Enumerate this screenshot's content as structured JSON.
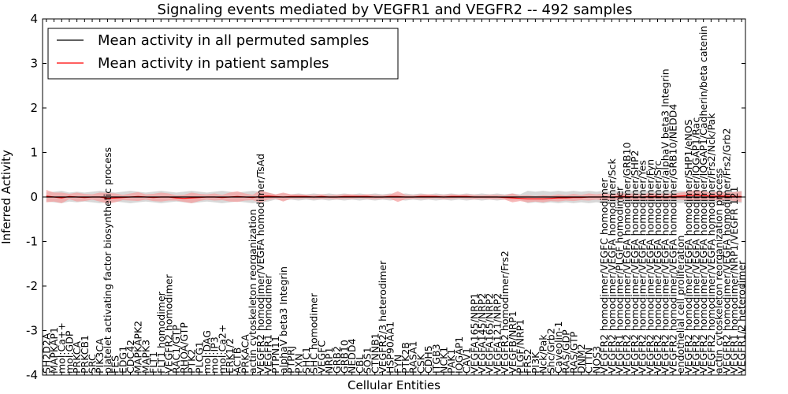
{
  "chart_data": {
    "type": "line",
    "title": "Signaling events mediated by VEGFR1 and VEGFR2 -- 492 samples",
    "xlabel": "Cellular Entities",
    "ylabel": "Inferred Activity",
    "ylim": [
      -4,
      4
    ],
    "yticks": [
      -4,
      -3,
      -2,
      -1,
      0,
      1,
      2,
      3,
      4
    ],
    "grid": false,
    "legend_position": "top-left",
    "colors": {
      "permuted": "#000000",
      "patient": "#ff0000",
      "patient_band": "#f4a0a0",
      "permuted_band": "#c8c8c8"
    },
    "categories": [
      "SH2D2A",
      "MAPKAP1",
      "mol:Ca++",
      "mol:GDP",
      "PRKCA",
      "PRKCB1",
      "SRC",
      "PIK3CA",
      "platelet activating factor biosynthetic process",
      "FES",
      "EDG1",
      "CDC42",
      "MAPKAPK2",
      "MAPK3",
      "FLT1",
      "FLT1 homodimer",
      "VEGFR2 homodimer",
      "RAC1/GTP",
      "RHOA/GTP",
      "PTK2",
      "PLCG1",
      "mol:DAG",
      "mol:IP3",
      "mol:Ca2+",
      "ERK1/2",
      "ACTB",
      "PRKACA",
      "actin cytoskeleton reorganization",
      "VEGFR2 homodimer/VEGFA homodimer/TsAd",
      "VEGFR1 homodimer",
      "PTPN11",
      "alphaV beta3 Integrin",
      "PTPRJ",
      "PXN",
      "SHC1",
      "SHC homodimer",
      "VEGFC",
      "NRP1",
      "GRB2",
      "GRB10",
      "NEDD4",
      "CBL",
      "SOS1",
      "CTNNB1",
      "VEGFR2/3 heterodimer",
      "HSP90AA1",
      "FYN",
      "PTK2B",
      "RASA1",
      "CSK",
      "CDH5",
      "ITGB3",
      "NCK1",
      "PAK1",
      "IQGAP1",
      "CAV1",
      "VEGFA165/NRP1",
      "VEGFA145/NRP2",
      "VEGFA165/NRP2",
      "VEGFA121/NRP2",
      "VEGFR2 homodimer/Frs2",
      "VEGFB/NRP1",
      "PLGF/NRP1",
      "FRS2",
      "PI3K",
      "Nck/Pak",
      "Shc/Grb2",
      "Caveolin-1",
      "RAS/GDP",
      "RAS/GTP",
      "DNM2",
      "CTTN",
      "NOS3",
      "VEGFR2 homodimer/VEGFC homodimer",
      "VEGFR2 homodimer/VEGFA homodimer/Sck",
      "VEGFR1 homodimer/PLGF homodimer",
      "VEGFR2 homodimer/VEGFA homodimer/GRB10",
      "VEGFR2 homodimer/VEGFA homodimer/SHP2",
      "VEGFR2 homodimer/VEGFA homodimer/Yes",
      "VEGFR2 homodimer/VEGFA homodimer/Fyn",
      "VEGFR2 homodimer/VEGFA homodimer/Src",
      "VEGFR2 homodimer/VEGFA homodimer/alphaV beta3 Integrin",
      "VEGFR2 homodimer/VEGFA homodimer/GRB10/NEDD4",
      "endothelial cell proliferation",
      "VEGFR2 homodimer/VEGFA homodimer/SHP1/eNOS",
      "VEGFR2 homodimer/VEGFA homodimer/IQGAP1/Rac",
      "VEGFR2 homodimer/VEGFA homodimer/IQGAP1/Cadherin/beta catenin",
      "VEGFR2 homodimer/VEGFA homodimer/Frs2/Nck/Pak",
      "actin cytoskeleton reorganization process",
      "VEGFR2 homodimer/VEGFA homodimer/Frs2/Grb2",
      "VEGFR1 homodimer/NRP1/VEGFR 121",
      "VEGFR1/2 heterodimer"
    ],
    "series": [
      {
        "name": "Mean activity in all permuted samples",
        "values": [
          0.0,
          0.0,
          0.0,
          0.0,
          0.0,
          0.0,
          0.0,
          0.0,
          0.0,
          0.0,
          0.0,
          0.0,
          0.0,
          0.0,
          0.0,
          0.0,
          0.0,
          0.0,
          0.0,
          0.0,
          0.0,
          0.0,
          0.0,
          0.0,
          0.0,
          0.0,
          0.0,
          0.0,
          0.0,
          0.0,
          0.0,
          0.0,
          0.0,
          0.0,
          0.0,
          0.0,
          0.0,
          0.0,
          0.0,
          0.0,
          0.0,
          0.0,
          0.0,
          0.0,
          0.0,
          0.0,
          0.0,
          0.0,
          0.0,
          0.0,
          0.0,
          0.0,
          0.0,
          0.0,
          0.0,
          0.0,
          0.0,
          0.0,
          0.0,
          0.0,
          0.0,
          0.0,
          0.0,
          0.0,
          0.0,
          0.0,
          0.0,
          0.0,
          0.0,
          0.0,
          0.0,
          0.0,
          0.0,
          0.0,
          0.0,
          0.0,
          0.0,
          0.0,
          0.0,
          0.0,
          0.0,
          0.0,
          0.0,
          0.0,
          0.0,
          0.0,
          0.0,
          0.0,
          0.0,
          0.0,
          0.0,
          0.0
        ],
        "spread": [
          0.1,
          0.12,
          0.14,
          0.1,
          0.12,
          0.1,
          0.12,
          0.14,
          0.12,
          0.1,
          0.12,
          0.14,
          0.12,
          0.1,
          0.12,
          0.14,
          0.12,
          0.1,
          0.12,
          0.14,
          0.12,
          0.1,
          0.12,
          0.14,
          0.12,
          0.1,
          0.12,
          0.14,
          0.12,
          0.1,
          0.06,
          0.08,
          0.06,
          0.08,
          0.06,
          0.08,
          0.06,
          0.08,
          0.06,
          0.08,
          0.06,
          0.08,
          0.06,
          0.08,
          0.06,
          0.08,
          0.06,
          0.08,
          0.06,
          0.08,
          0.06,
          0.08,
          0.06,
          0.08,
          0.06,
          0.08,
          0.06,
          0.08,
          0.06,
          0.08,
          0.06,
          0.08,
          0.06,
          0.14,
          0.12,
          0.14,
          0.12,
          0.14,
          0.12,
          0.14,
          0.12,
          0.14,
          0.12,
          0.14,
          0.12,
          0.14,
          0.12,
          0.14,
          0.12,
          0.14,
          0.12,
          0.14,
          0.12,
          0.14,
          0.12,
          0.14,
          0.12,
          0.14,
          0.12,
          0.14,
          0.12,
          0.14
        ]
      },
      {
        "name": "Mean activity in patient samples",
        "values": [
          0.02,
          0.0,
          -0.02,
          0.01,
          0.0,
          -0.01,
          0.0,
          0.0,
          -0.03,
          -0.02,
          -0.01,
          0.0,
          0.01,
          0.0,
          -0.01,
          0.0,
          0.0,
          -0.02,
          -0.03,
          -0.02,
          -0.01,
          0.0,
          0.0,
          -0.01,
          0.0,
          0.01,
          0.0,
          -0.01,
          0.01,
          0.02,
          0.01,
          0.0,
          0.01,
          0.01,
          0.01,
          0.0,
          0.01,
          0.0,
          0.0,
          0.01,
          0.01,
          0.01,
          0.01,
          0.0,
          0.0,
          0.01,
          0.01,
          0.0,
          0.0,
          0.01,
          0.01,
          0.01,
          0.0,
          0.01,
          0.01,
          0.01,
          0.0,
          0.0,
          0.0,
          0.0,
          -0.01,
          -0.02,
          -0.03,
          -0.04,
          -0.04,
          -0.04,
          -0.03,
          -0.02,
          -0.02,
          -0.01,
          -0.01,
          0.0,
          0.0,
          0.0,
          0.0,
          0.01,
          0.01,
          0.0,
          0.0,
          0.01,
          0.01,
          0.0,
          0.01,
          0.02,
          0.03,
          0.04,
          0.03,
          0.02,
          0.02,
          0.02,
          0.01,
          0.01
        ],
        "spread": [
          0.14,
          0.1,
          0.12,
          0.06,
          0.1,
          0.08,
          0.06,
          0.1,
          0.12,
          0.1,
          0.06,
          0.08,
          0.1,
          0.06,
          0.08,
          0.1,
          0.08,
          0.06,
          0.08,
          0.12,
          0.08,
          0.06,
          0.08,
          0.06,
          0.1,
          0.12,
          0.08,
          0.06,
          0.14,
          0.08,
          0.05,
          0.1,
          0.05,
          0.05,
          0.04,
          0.05,
          0.05,
          0.04,
          0.05,
          0.05,
          0.05,
          0.04,
          0.05,
          0.05,
          0.04,
          0.05,
          0.12,
          0.05,
          0.04,
          0.05,
          0.05,
          0.04,
          0.05,
          0.05,
          0.04,
          0.05,
          0.05,
          0.04,
          0.05,
          0.05,
          0.05,
          0.1,
          0.06,
          0.08,
          0.06,
          0.08,
          0.06,
          0.08,
          0.06,
          0.08,
          0.06,
          0.08,
          0.06,
          0.08,
          0.06,
          0.08,
          0.06,
          0.08,
          0.06,
          0.08,
          0.06,
          0.08,
          0.06,
          0.08,
          0.1,
          0.12,
          0.1,
          0.08,
          0.1,
          0.08,
          0.1,
          0.12
        ]
      }
    ]
  }
}
